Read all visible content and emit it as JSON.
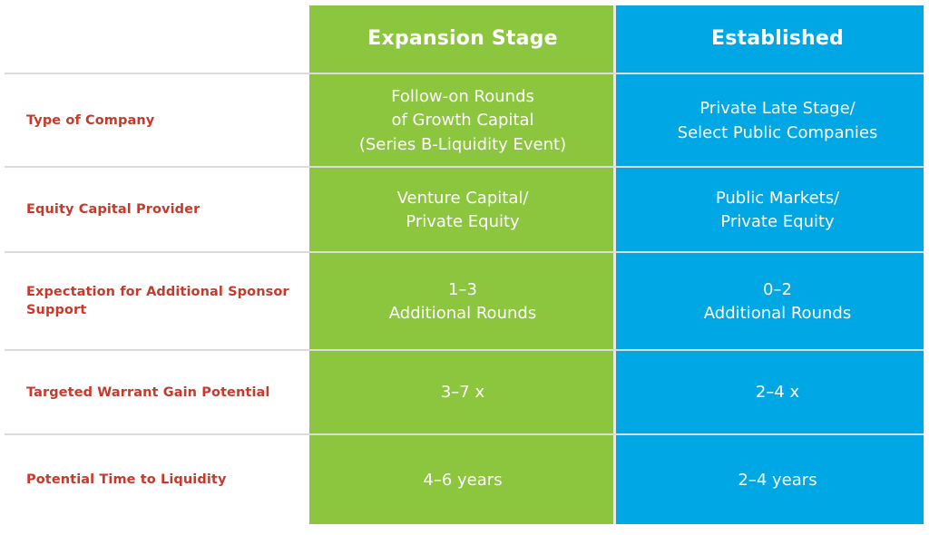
{
  "table": {
    "columns": [
      {
        "key": "expansion",
        "label": "Expansion Stage",
        "color": "#8cc63f"
      },
      {
        "key": "established",
        "label": "Established",
        "color": "#00a7e5"
      }
    ],
    "label_color": "#c8392b",
    "divider_color": "#dcdcdc",
    "rows": [
      {
        "label": "Type of Company",
        "expansion": "Follow-on Rounds\nof Growth Capital\n(Series B-Liquidity Event)",
        "established": "Private Late Stage/\nSelect Public Companies"
      },
      {
        "label": "Equity Capital Provider",
        "expansion": "Venture Capital/\nPrivate Equity",
        "established": "Public Markets/\nPrivate Equity"
      },
      {
        "label": "Expectation for Additional Sponsor Support",
        "expansion": "1–3\nAdditional Rounds",
        "established": "0–2\nAdditional Rounds"
      },
      {
        "label": "Targeted Warrant Gain Potential",
        "expansion": "3–7 x",
        "established": "2–4 x"
      },
      {
        "label": "Potential Time to Liquidity",
        "expansion": "4–6 years",
        "established": "2–4 years"
      }
    ]
  }
}
